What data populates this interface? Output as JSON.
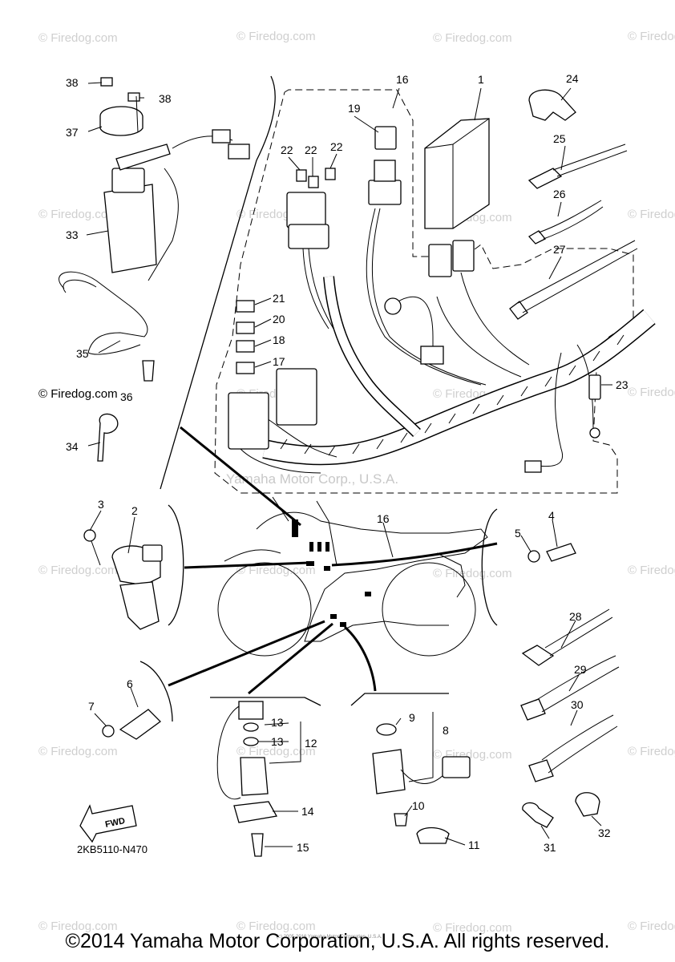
{
  "watermark": "© Firedog.com",
  "watermark_center": "Yamaha Motor Corp., U.S.A.",
  "firedog_caption": "© Firedog.com",
  "diagram_code": "2KB5110-N470",
  "fwd_label": "FWD",
  "tiny_copyright": "(c) 2005-2016 Yamaha Motor Corporation, U.S.A.",
  "copyright": "©2014 Yamaha Motor Corporation, U.S.A. All rights reserved.",
  "callouts": {
    "c1": "1",
    "c2": "2",
    "c3": "3",
    "c4": "4",
    "c5": "5",
    "c6": "6",
    "c7": "7",
    "c8": "8",
    "c9": "9",
    "c10": "10",
    "c11": "11",
    "c12": "12",
    "c13a": "13",
    "c13b": "13",
    "c14": "14",
    "c15": "15",
    "c16a": "16",
    "c16b": "16",
    "c17": "17",
    "c18": "18",
    "c19": "19",
    "c20": "20",
    "c21": "21",
    "c22a": "22",
    "c22b": "22",
    "c22c": "22",
    "c23": "23",
    "c24": "24",
    "c25": "25",
    "c26": "26",
    "c27": "27",
    "c28": "28",
    "c29": "29",
    "c30": "30",
    "c31": "31",
    "c32": "32",
    "c33": "33",
    "c34": "34",
    "c35": "35",
    "c36": "36",
    "c37": "37",
    "c38a": "38",
    "c38b": "38"
  }
}
